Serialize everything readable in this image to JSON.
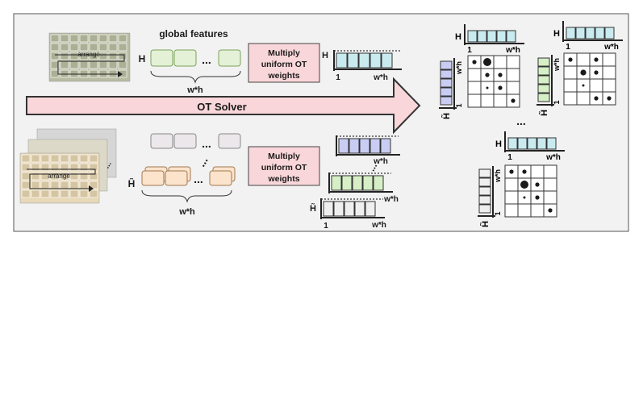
{
  "labels": {
    "global_features": "global features",
    "ot_solver": "OT Solver",
    "arrange_top": "arrange",
    "arrange_bottom": "arrange",
    "dots": "...",
    "H": "H",
    "H_tilde": "H̃",
    "wh": "w*h",
    "one": "1"
  },
  "multiply_top": [
    "Multiply",
    "uniform OT",
    "weights"
  ],
  "multiply_bottom": [
    "Multiply",
    "uniform OT",
    "weights"
  ],
  "colors": {
    "frame_bg": "#f2f2f2",
    "frame_border": "#555555",
    "arrow_fill": "#f9d6d9",
    "multiply_fill": "#f9d6d9",
    "global_box": "#e4f1d6",
    "global_box_stroke": "#7aa35a",
    "gray_box": "#ece7ea",
    "orange_box": "#fbe3cc",
    "teal_bar": "#c9ebf0",
    "blue_bar": "#c9cdf3",
    "green_bar": "#d6efc6",
    "gray_bar": "#efefef"
  },
  "matrices": [
    {
      "dots": [
        [
          0,
          0,
          1
        ],
        [
          1,
          0,
          3
        ],
        [
          1,
          1,
          1
        ],
        [
          2,
          1,
          1
        ],
        [
          1,
          2,
          0
        ],
        [
          2,
          2,
          1
        ],
        [
          3,
          3,
          1
        ]
      ]
    },
    {
      "dots": [
        [
          0,
          0,
          1
        ],
        [
          2,
          0,
          1
        ],
        [
          1,
          1,
          2
        ],
        [
          2,
          1,
          1
        ],
        [
          1,
          2,
          0
        ],
        [
          2,
          3,
          1
        ],
        [
          3,
          3,
          1
        ]
      ]
    },
    {
      "dots": [
        [
          0,
          0,
          1
        ],
        [
          1,
          0,
          1
        ],
        [
          1,
          1,
          3
        ],
        [
          2,
          1,
          1
        ],
        [
          1,
          2,
          0
        ],
        [
          2,
          2,
          1
        ],
        [
          3,
          3,
          1
        ]
      ]
    }
  ]
}
